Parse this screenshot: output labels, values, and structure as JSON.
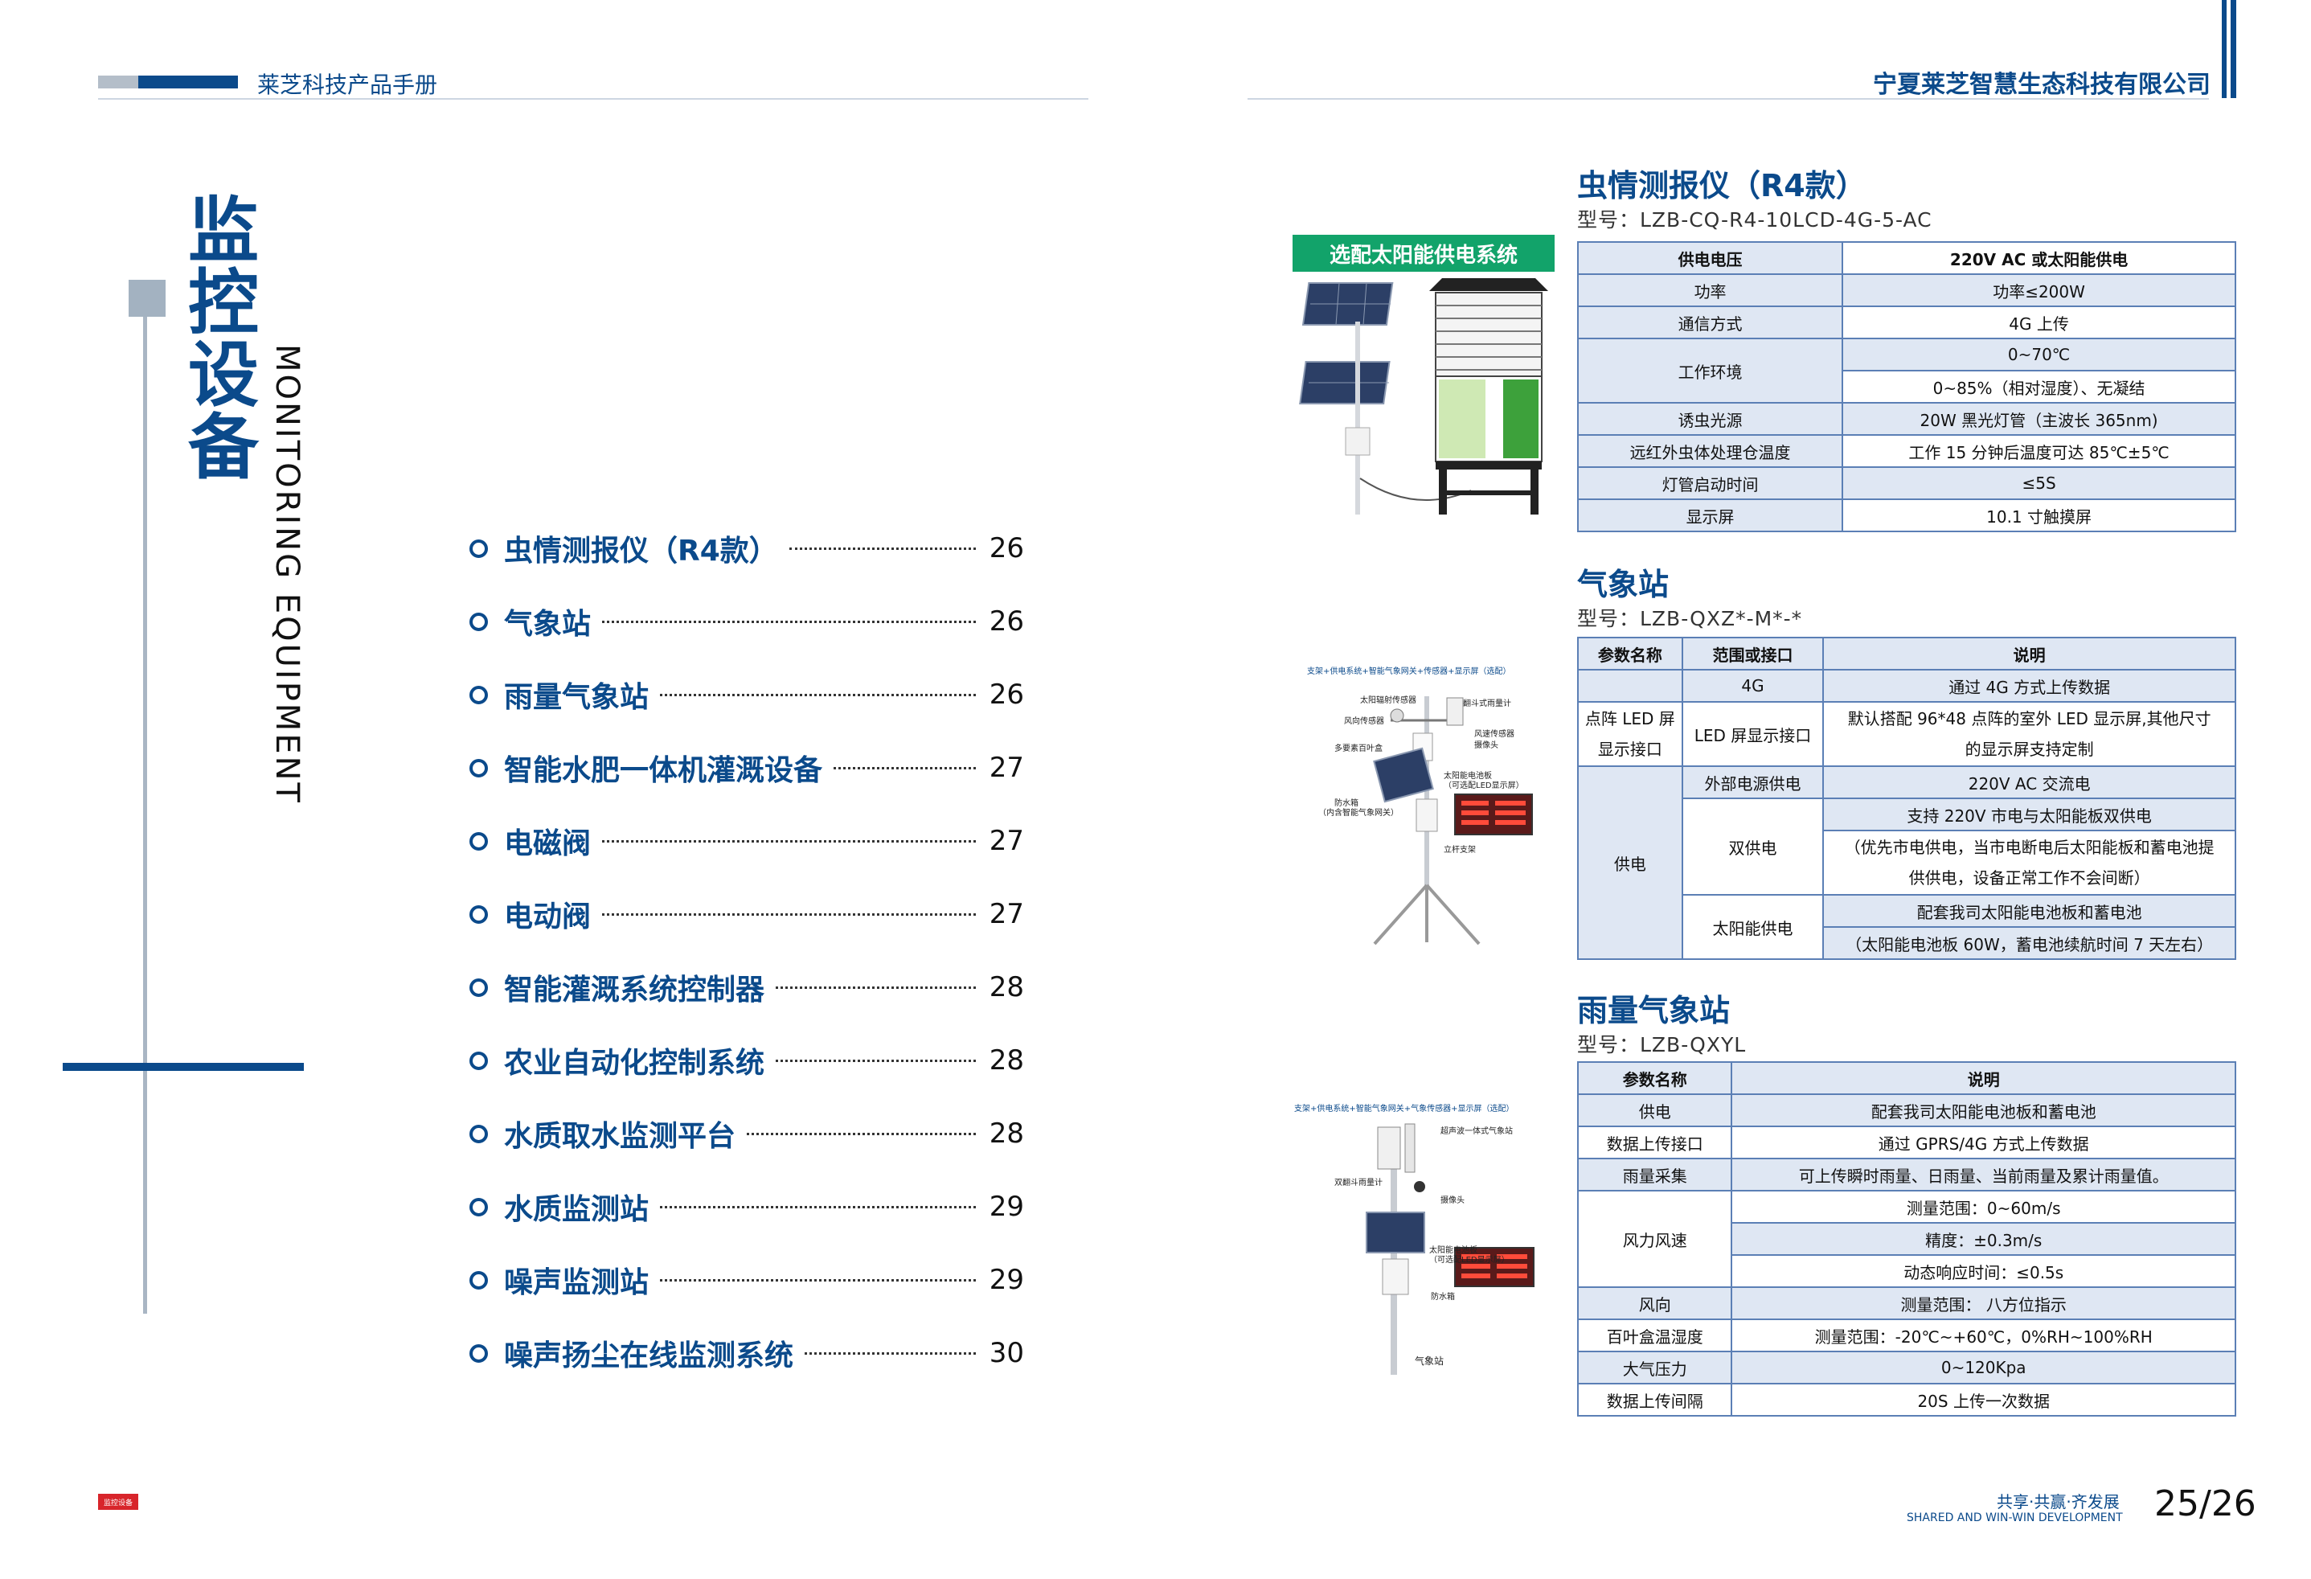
{
  "header": {
    "manual_title": "莱芝科技产品手册",
    "company": "宁夏莱芝智慧生态科技有限公司"
  },
  "category": {
    "title_cn": [
      "监",
      "控",
      "设",
      "备"
    ],
    "title_en": "MONITORING EQUIPMENT"
  },
  "toc": [
    {
      "label": "虫情测报仪（R4款）",
      "page": "26"
    },
    {
      "label": "气象站",
      "page": "26"
    },
    {
      "label": "雨量气象站",
      "page": "26"
    },
    {
      "label": "智能水肥一体机灌溉设备",
      "page": "27"
    },
    {
      "label": "电磁阀",
      "page": "27"
    },
    {
      "label": "电动阀",
      "page": "27"
    },
    {
      "label": "智能灌溉系统控制器",
      "page": "28"
    },
    {
      "label": "农业自动化控制系统",
      "page": "28"
    },
    {
      "label": "水质取水监测平台",
      "page": "28"
    },
    {
      "label": "水质监测站",
      "page": "29"
    },
    {
      "label": "噪声监测站",
      "page": "29"
    },
    {
      "label": "噪声扬尘在线监测系统",
      "page": "30"
    }
  ],
  "product1": {
    "title": "虫情测报仪（R4款）",
    "model": "型号：LZB-CQ-R4-10LCD-4G-5-AC",
    "banner": "选配太阳能供电系统",
    "rows": {
      "r0": [
        "供电电压",
        "220V AC 或太阳能供电"
      ],
      "r1": [
        "功率",
        "功率≤200W"
      ],
      "r2": [
        "通信方式",
        "4G 上传"
      ],
      "r3": [
        "工作环境",
        "0~70℃",
        "0~85%（相对湿度）、无凝结"
      ],
      "r4": [
        "诱虫光源",
        "20W 黑光灯管（主波长 365nm)"
      ],
      "r5": [
        "远红外虫体处理仓温度",
        "工作 15 分钟后温度可达 85℃±5℃"
      ],
      "r6": [
        "灯管启动时间",
        "≤5S"
      ],
      "r7": [
        "显示屏",
        "10.1 寸触摸屏"
      ]
    }
  },
  "product2": {
    "title": "气象站",
    "model": "型号：LZB-QXZ*-M*-*",
    "caption": "支架+供电系统+智能气象网关+传感器+显示屏（选配）",
    "labels": [
      "太阳辐射传感器",
      "翻斗式雨量计",
      "风向传感器",
      "风速传感器",
      "摄像头",
      "多要素百叶盒",
      "太阳能电池板",
      "（可选配LED显示屏）",
      "防水箱",
      "（内含智能气象网关）",
      "立杆支架"
    ],
    "header": [
      "参数名称",
      "范围或接口",
      "说明"
    ],
    "rows": {
      "r1": [
        "4G",
        "通过 4G 方式上传数据"
      ],
      "r2": [
        "点阵 LED 屏显示接口",
        "LED 屏显示接口",
        "默认搭配 96*48 点阵的室外 LED 显示屏,其他尺寸的显示屏支持定制"
      ],
      "r3": [
        "供电",
        "外部电源供电",
        "220V AC 交流电"
      ],
      "r4": [
        "双供电",
        "支持 220V 市电与太阳能板双供电",
        "（优先市电供电，当市电断电后太阳能板和蓄电池提供供电，设备正常工作不会间断）"
      ],
      "r5": [
        "太阳能供电",
        "配套我司太阳能电池板和蓄电池",
        "（太阳能电池板 60W，蓄电池续航时间 7 天左右）"
      ]
    }
  },
  "product3": {
    "title": "雨量气象站",
    "model": "型号：LZB-QXYL",
    "caption": "支架+供电系统+智能气象网关+气象传感器+显示屏（选配）",
    "labels": [
      "超声波一体式气象站",
      "双翻斗雨量计",
      "摄像头",
      "太阳能电池板",
      "（可选配LED显示屏）",
      "防水箱",
      "气象站"
    ],
    "header": [
      "参数名称",
      "说明"
    ],
    "rows": {
      "r1": [
        "供电",
        "配套我司太阳能电池板和蓄电池"
      ],
      "r2": [
        "数据上传接口",
        "通过 GPRS/4G 方式上传数据"
      ],
      "r3": [
        "雨量采集",
        "可上传瞬时雨量、日雨量、当前雨量及累计雨量值。"
      ],
      "r4": [
        "风力风速",
        "测量范围：0~60m/s",
        "精度：±0.3m/s",
        "动态响应时间：≤0.5s"
      ],
      "r5": [
        "风向",
        "测量范围：  八方位指示"
      ],
      "r6": [
        "百叶盒温湿度",
        "测量范围：-20℃~+60℃，0%RH~100%RH"
      ],
      "r7": [
        "大气压力",
        "0~120Kpa"
      ],
      "r8": [
        "数据上传间隔",
        "20S 上传一次数据"
      ]
    }
  },
  "footer": {
    "tag": "监控设备",
    "slogan_cn": "共享·共赢·齐发展",
    "slogan_en": "SHARED AND WIN-WIN DEVELOPMENT",
    "page_numbers": "25/26"
  },
  "colors": {
    "brand_blue": "#0b4a8b",
    "table_fill": "#dfe7f3",
    "banner_green": "#12a36a"
  }
}
